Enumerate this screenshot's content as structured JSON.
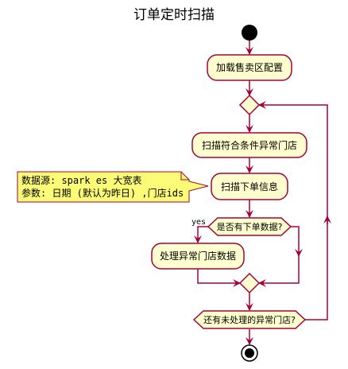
{
  "title": "订单定时扫描",
  "colors": {
    "activity_fill": "#FEFECE",
    "border": "#A80036",
    "arrow": "#A80036",
    "note_fill": "#FBFB77",
    "start_end": "#000000"
  },
  "activities": {
    "load_config": "加载售卖区配置",
    "scan_stores": "扫描符合条件异常门店",
    "scan_orders": "扫描下单信息",
    "process_store": "处理异常门店数据"
  },
  "decisions": {
    "has_orders": "是否有下单数据?",
    "more_stores": "还有未处理的异常门店?"
  },
  "branch_labels": {
    "yes": "yes"
  },
  "note": {
    "line1": "数据源: spark es 大宽表",
    "line2": "参数: 日期 (默认为昨日) ,门店ids"
  }
}
